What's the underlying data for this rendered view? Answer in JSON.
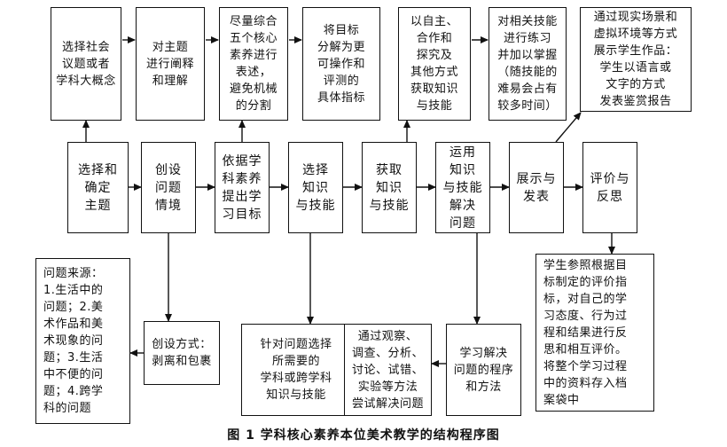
{
  "main_flow": [
    {
      "id": "m1",
      "text": "选择和\n确定\n主题"
    },
    {
      "id": "m2",
      "text": "创设\n问题\n情境"
    },
    {
      "id": "m3",
      "text": "依据学\n科素养\n提出学\n习目标"
    },
    {
      "id": "m4",
      "text": "选择\n知识\n与技能"
    },
    {
      "id": "m5",
      "text": "获取\n知识\n与技能"
    },
    {
      "id": "m6",
      "text": "运用\n知识\n与技能\n解决\n问题"
    },
    {
      "id": "m7",
      "text": "展示与\n发表"
    },
    {
      "id": "m8",
      "text": "评价与\n反思"
    }
  ],
  "top_notes": [
    {
      "id": "t1",
      "text": "选择社会\n议题或者\n学科大概念"
    },
    {
      "id": "t2",
      "text": "对主题\n进行阐释\n和理解"
    },
    {
      "id": "t3",
      "text": "尽量综合\n五个核心\n素养进行\n表述，\n避免机械\n的分割"
    },
    {
      "id": "t4",
      "text": "将目标\n分解为更\n可操作和\n评测的\n具体指标"
    },
    {
      "id": "t5",
      "text": "以自主、\n合作和\n探究及\n其他方式\n获取知识\n与技能"
    },
    {
      "id": "t6",
      "text": "对相关技能\n进行练习\n并加以掌握\n（随技能的\n难易会占有\n较多时间）"
    },
    {
      "id": "t7",
      "text": "通过现实场景和\n虚拟环境等方式\n展示学生作品：\n学生以语言或\n文字的方式\n发表鉴赏报告"
    }
  ],
  "bottom_notes": [
    {
      "id": "b1",
      "text": "问题来源：\n1.生活中的\n问题；2.美\n术作品和美\n术现象的问\n题；3.生活\n中不便的问\n题；4.跨学\n科的问题"
    },
    {
      "id": "b2",
      "text": "创设方式：\n剥离和包裹"
    },
    {
      "id": "b3",
      "text": "针对问题选择\n所需要的\n学科或跨学科\n知识与技能"
    },
    {
      "id": "b4",
      "text": "通过观察、\n调查、分析、\n讨论、试错、\n实验等方法\n尝试解决问题"
    },
    {
      "id": "b5",
      "text": "学习解决\n问题的程序\n和方法"
    },
    {
      "id": "b6",
      "text": "学生参照根据目\n标制定的评价指\n标，对自己的学\n习态度、行为过\n程和结果进行反\n思和相互评价。\n将整个学习过程\n中的资料存入档\n案袋中"
    }
  ],
  "caption": "图 1  学科核心素养本位美术教学的结构程序图",
  "colors": {
    "stroke": "#111111",
    "background": "#ffffff"
  }
}
